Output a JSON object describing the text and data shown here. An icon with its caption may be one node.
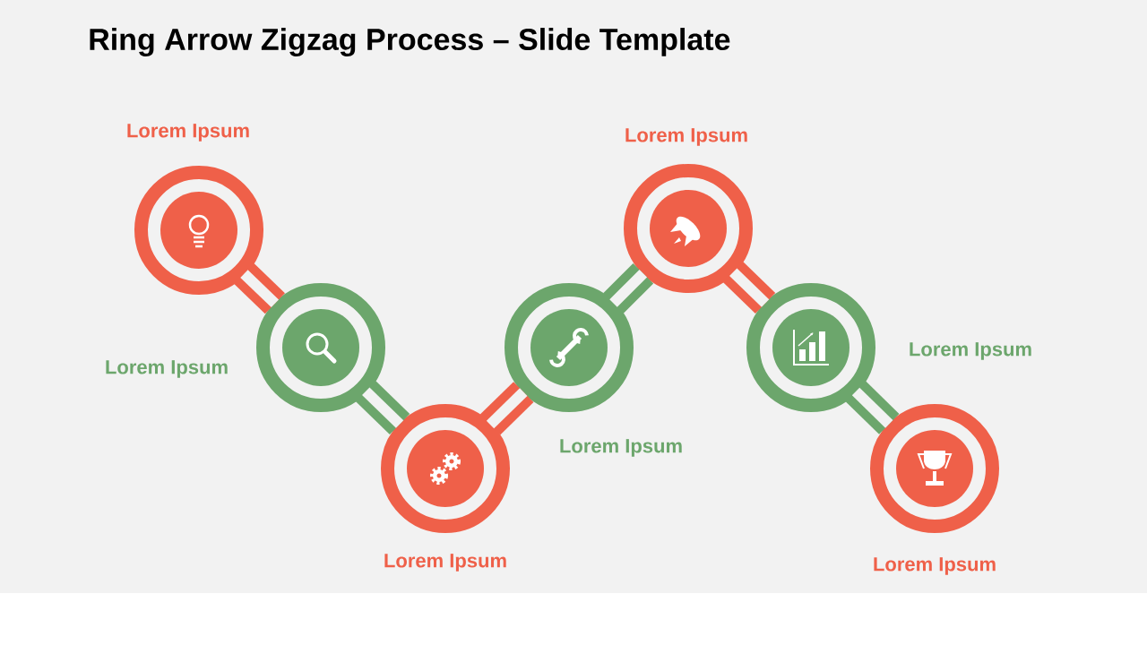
{
  "diagram": {
    "title": "Ring Arrow Zigzag Process – Slide Template",
    "nodes": [
      {
        "text": [],
        "shape": "circle",
        "beside": [
          "Lorem Ipsum"
        ]
      },
      {
        "text": [],
        "shape": "circle",
        "beside": [
          "Lorem Ipsum"
        ]
      },
      {
        "text": [],
        "shape": "circle",
        "beside": [
          "Lorem Ipsum"
        ]
      },
      {
        "text": [],
        "shape": "circle",
        "beside": [
          "Lorem Ipsum"
        ]
      },
      {
        "text": [],
        "shape": "circle",
        "beside": [
          "Lorem Ipsum"
        ]
      },
      {
        "text": [],
        "shape": "circle",
        "beside": [
          "Lorem Ipsum"
        ]
      },
      {
        "text": [],
        "shape": "circle",
        "beside": [
          "Lorem Ipsum"
        ]
      }
    ],
    "edges": [
      {
        "from": 0,
        "to": 1,
        "arrow": "none",
        "color": "#ef6049"
      },
      {
        "from": 1,
        "to": 2,
        "arrow": "none",
        "color": "#6ca66c"
      },
      {
        "from": 2,
        "to": 3,
        "arrow": "none",
        "color": "#ef6049"
      },
      {
        "from": 3,
        "to": 4,
        "arrow": "none",
        "color": "#6ca66c"
      },
      {
        "from": 4,
        "to": 5,
        "arrow": "none",
        "color": "#ef6049"
      },
      {
        "from": 5,
        "to": 6,
        "arrow": "none",
        "color": "#6ca66c"
      }
    ]
  }
}
